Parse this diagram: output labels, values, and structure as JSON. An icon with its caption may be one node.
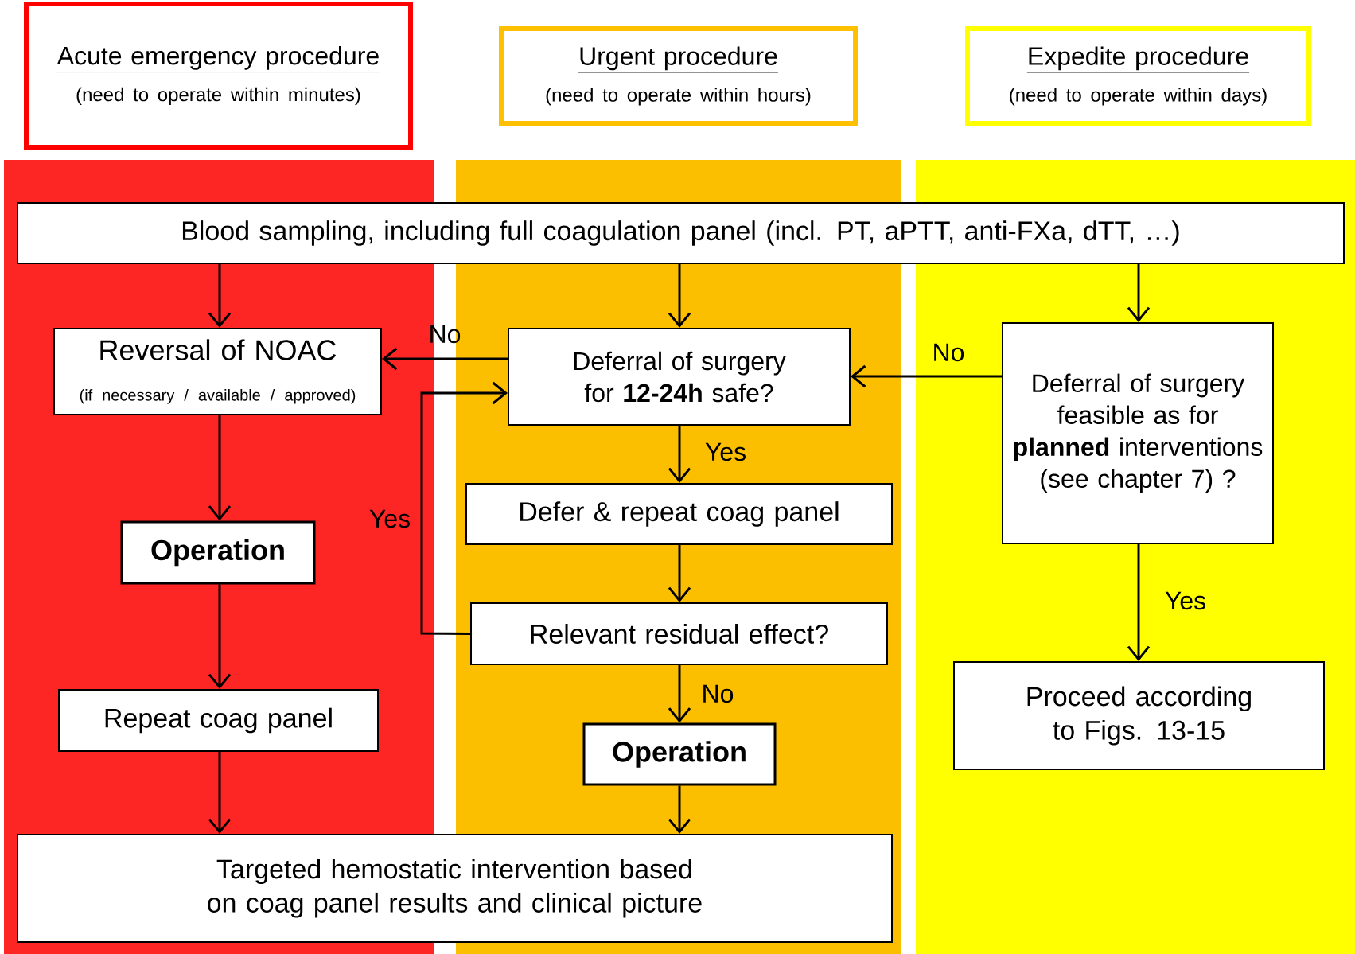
{
  "diagram": {
    "nodes": [
      {
        "text": [
          "Acute emergency procedure",
          "(need to operate within minutes)"
        ]
      },
      {
        "text": [
          "Urgent procedure",
          "(need to operate within hours)"
        ]
      },
      {
        "text": [
          "Expedite procedure",
          "(need to operate within days)"
        ]
      },
      {
        "text": [
          "Blood sampling, including full coagulation panel (incl. PT, aPTT, anti-FXa, dTT, …)"
        ]
      },
      {
        "text": [
          "Reversal of NOAC",
          "(if necessary / available / approved)"
        ]
      },
      {
        "text": [
          "Deferral of surgery for **12-24h** safe?"
        ]
      },
      {
        "text": [
          "Deferral of surgery feasible as for **planned** interventions (see chapter 7) ?"
        ]
      },
      {
        "text": [
          "Operation"
        ]
      },
      {
        "text": [
          "Defer & repeat coag panel"
        ]
      },
      {
        "text": [
          "Relevant residual effect?"
        ]
      },
      {
        "text": [
          "Repeat coag panel"
        ]
      },
      {
        "text": [
          "Operation"
        ]
      },
      {
        "text": [
          "Proceed according to Figs. 13-15"
        ]
      },
      {
        "text": [
          "Targeted hemostatic intervention based on coag panel results and clinical picture"
        ]
      }
    ],
    "edges": [
      {
        "from": 3,
        "to": 4,
        "arrow": "to"
      },
      {
        "from": 3,
        "to": 5,
        "arrow": "to"
      },
      {
        "from": 3,
        "to": 6,
        "arrow": "to"
      },
      {
        "from": 5,
        "to": 4,
        "arrow": "to",
        "label": "No"
      },
      {
        "from": 6,
        "to": 5,
        "arrow": "to",
        "label": "No"
      },
      {
        "from": 5,
        "to": 8,
        "arrow": "to",
        "label": "Yes"
      },
      {
        "from": 8,
        "to": 9,
        "arrow": "to"
      },
      {
        "from": 9,
        "to": 5,
        "arrow": "to",
        "label": "Yes"
      },
      {
        "from": 9,
        "to": 11,
        "arrow": "to",
        "label": "No"
      },
      {
        "from": 4,
        "to": 7,
        "arrow": "to"
      },
      {
        "from": 7,
        "to": 10,
        "arrow": "to"
      },
      {
        "from": 10,
        "to": 13,
        "arrow": "to"
      },
      {
        "from": 11,
        "to": 13,
        "arrow": "to"
      },
      {
        "from": 6,
        "to": 12,
        "arrow": "to",
        "label": "Yes"
      }
    ]
  }
}
